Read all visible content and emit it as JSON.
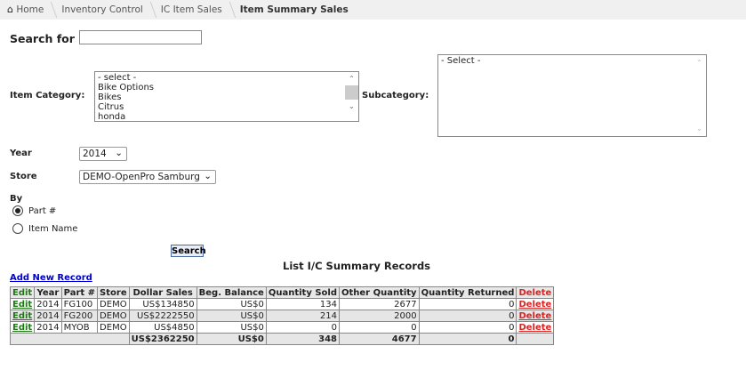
{
  "breadcrumb": [
    "Home",
    "Inventory Control",
    "IC Item Sales",
    "Item Summary Sales"
  ],
  "search": {
    "label": "Search for :",
    "value": ""
  },
  "item_category": {
    "label": "Item Category:",
    "options": [
      "- select -",
      "Bike Options",
      "Bikes",
      "Citrus",
      "honda"
    ]
  },
  "subcategory": {
    "label": "Subcategory:",
    "options": [
      "- Select -"
    ]
  },
  "year": {
    "label": "Year",
    "value": "2014"
  },
  "store": {
    "label": "Store",
    "value": "DEMO-OpenPro Samburg"
  },
  "by": {
    "label": "By",
    "options": [
      "Part #",
      "Item Name"
    ],
    "selected": "Part #"
  },
  "search_button": "Search",
  "list_title": "List I/C Summary Records",
  "add_new": "Add New Record",
  "table": {
    "headers": [
      "Edit",
      "Year",
      "Part #",
      "Store",
      "Dollar Sales",
      "Beg. Balance",
      "Quantity Sold",
      "Other Quantity",
      "Quantity Returned",
      "Delete"
    ],
    "rows": [
      [
        "Edit",
        "2014",
        "FG100",
        "DEMO",
        "US$134850",
        "US$0",
        "134",
        "2677",
        "0",
        "Delete"
      ],
      [
        "Edit",
        "2014",
        "FG200",
        "DEMO",
        "US$2222550",
        "US$0",
        "214",
        "2000",
        "0",
        "Delete"
      ],
      [
        "Edit",
        "2014",
        "MYOB",
        "DEMO",
        "US$4850",
        "US$0",
        "0",
        "0",
        "0",
        "Delete"
      ]
    ],
    "totals": [
      "US$2362250",
      "US$0",
      "348",
      "4677",
      "0"
    ]
  }
}
